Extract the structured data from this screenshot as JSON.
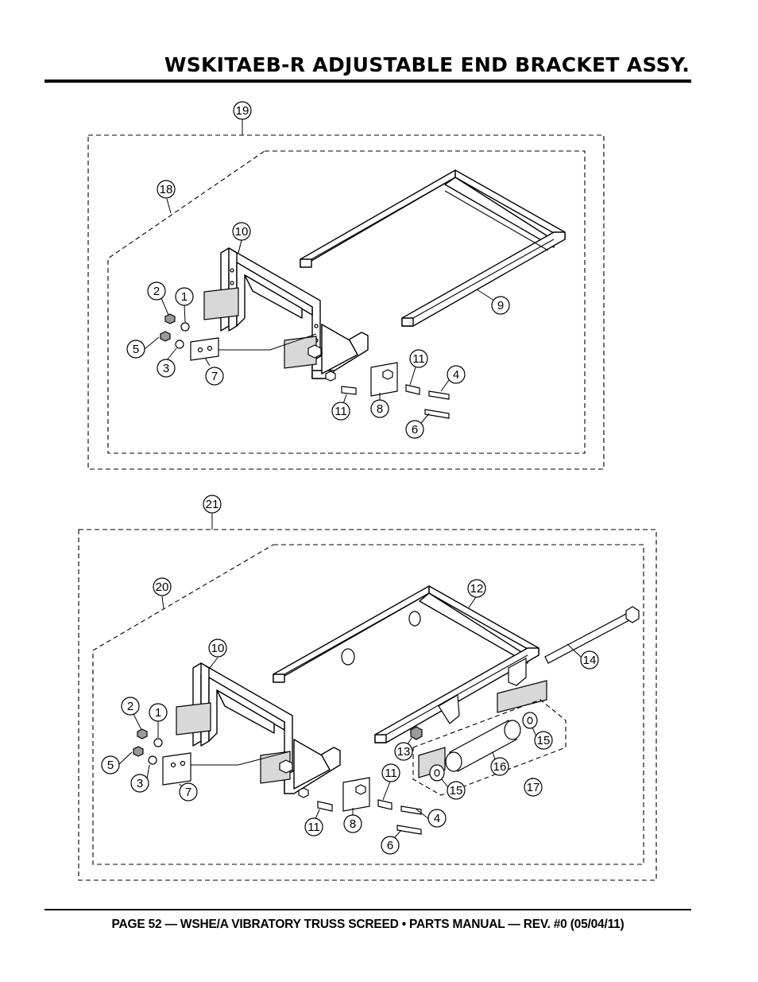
{
  "page": {
    "title": "WSKITAEB-R ADJUSTABLE END BRACKET ASSY.",
    "footer": "PAGE 52 — WSHE/A VIBRATORY TRUSS SCREED • PARTS MANUAL — REV. #0 (05/04/11)"
  },
  "diagram_top": {
    "callouts": [
      "19",
      "18",
      "10",
      "9",
      "2",
      "1",
      "5",
      "3",
      "7",
      "11",
      "4",
      "11",
      "8",
      "6"
    ]
  },
  "diagram_bottom": {
    "callouts": [
      "21",
      "20",
      "12",
      "10",
      "14",
      "2",
      "1",
      "5",
      "3",
      "7",
      "13",
      "15",
      "16",
      "11",
      "15",
      "17",
      "4",
      "11",
      "8",
      "6"
    ]
  }
}
